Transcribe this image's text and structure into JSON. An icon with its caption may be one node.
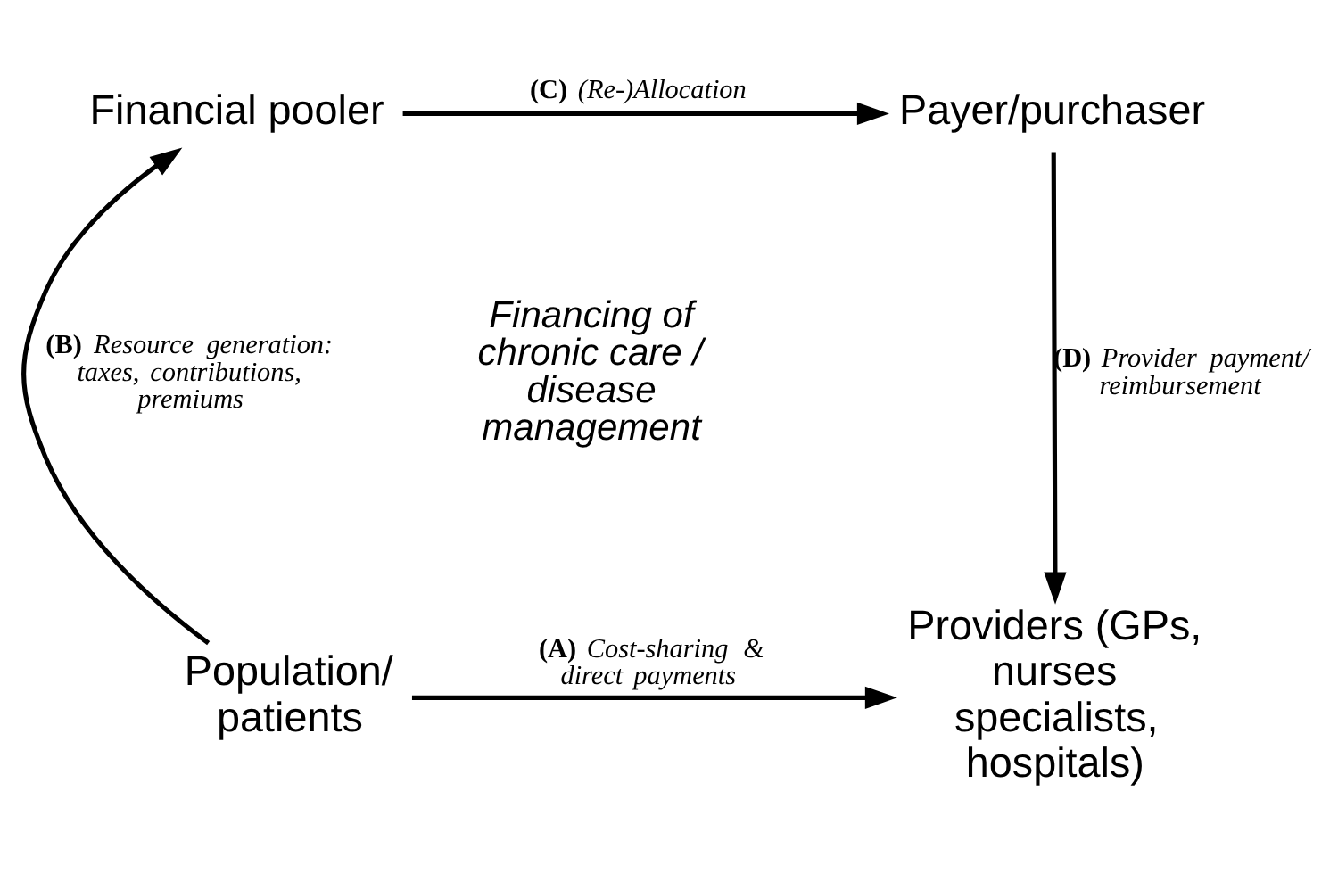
{
  "diagram": {
    "nodes": [
      {
        "text": [
          "Financial pooler"
        ]
      },
      {
        "text": [
          "Payer/purchaser"
        ]
      },
      {
        "text": [
          "Population/ patients"
        ]
      },
      {
        "text": [
          "Providers (GPs, nurses specialists, hospitals)"
        ]
      }
    ],
    "edges": [
      {
        "from": 0,
        "to": 1,
        "arrow": "to",
        "label": "**(C)** *(Re-)Allocation*"
      },
      {
        "from": 2,
        "to": 0,
        "arrow": "to",
        "label": "**(B)** *Resource generation: taxes, contributions, premiums*"
      },
      {
        "from": 1,
        "to": 3,
        "arrow": "to",
        "label": "**(D)** *Provider payment/ reimbursement*"
      },
      {
        "from": 2,
        "to": 3,
        "arrow": "to",
        "label": "**(A)** *Cost-sharing & direct payments*"
      }
    ],
    "labels": [
      "Financing of chronic care / disease management"
    ]
  }
}
